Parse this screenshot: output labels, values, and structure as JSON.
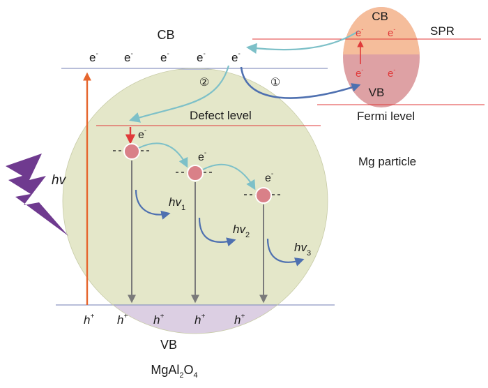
{
  "main": {
    "cb_label": "CB",
    "vb_label": "VB",
    "material_label_main": "MgAl",
    "material_sub_1": "2",
    "material_label_mid": "O",
    "material_sub_2": "4",
    "electron_symbol": "e",
    "electron_superscript": "-",
    "hole_symbol": "h",
    "hole_superscript": "+",
    "defect_label": "Defect level",
    "path_1_marker": "①",
    "path_2_marker": "②",
    "excitation_label": "hv",
    "emission_base": "hv",
    "emission_subs": [
      "1",
      "2",
      "3"
    ]
  },
  "particle": {
    "cb_label": "CB",
    "vb_label": "VB",
    "spr_label": "SPR",
    "fermi_label": "Fermi level",
    "name_label": "Mg particle"
  },
  "colors": {
    "cb_band": "#d4d6e6",
    "gap": "#e4e7c9",
    "vb_band": "#dccfe3",
    "particle_top": "#f5bd9b",
    "particle_bottom": "#dea1a4",
    "red_line": "#e03a3a",
    "teal_arrow": "#7dc0c8",
    "blue_arrow": "#4e70b0",
    "orange_arrow": "#e6662e",
    "gray_arrow": "#7a7a7a",
    "dot": "#d98088",
    "lightning": "#6f3a8f"
  },
  "icons": [
    "lightning-bolt-icon"
  ]
}
